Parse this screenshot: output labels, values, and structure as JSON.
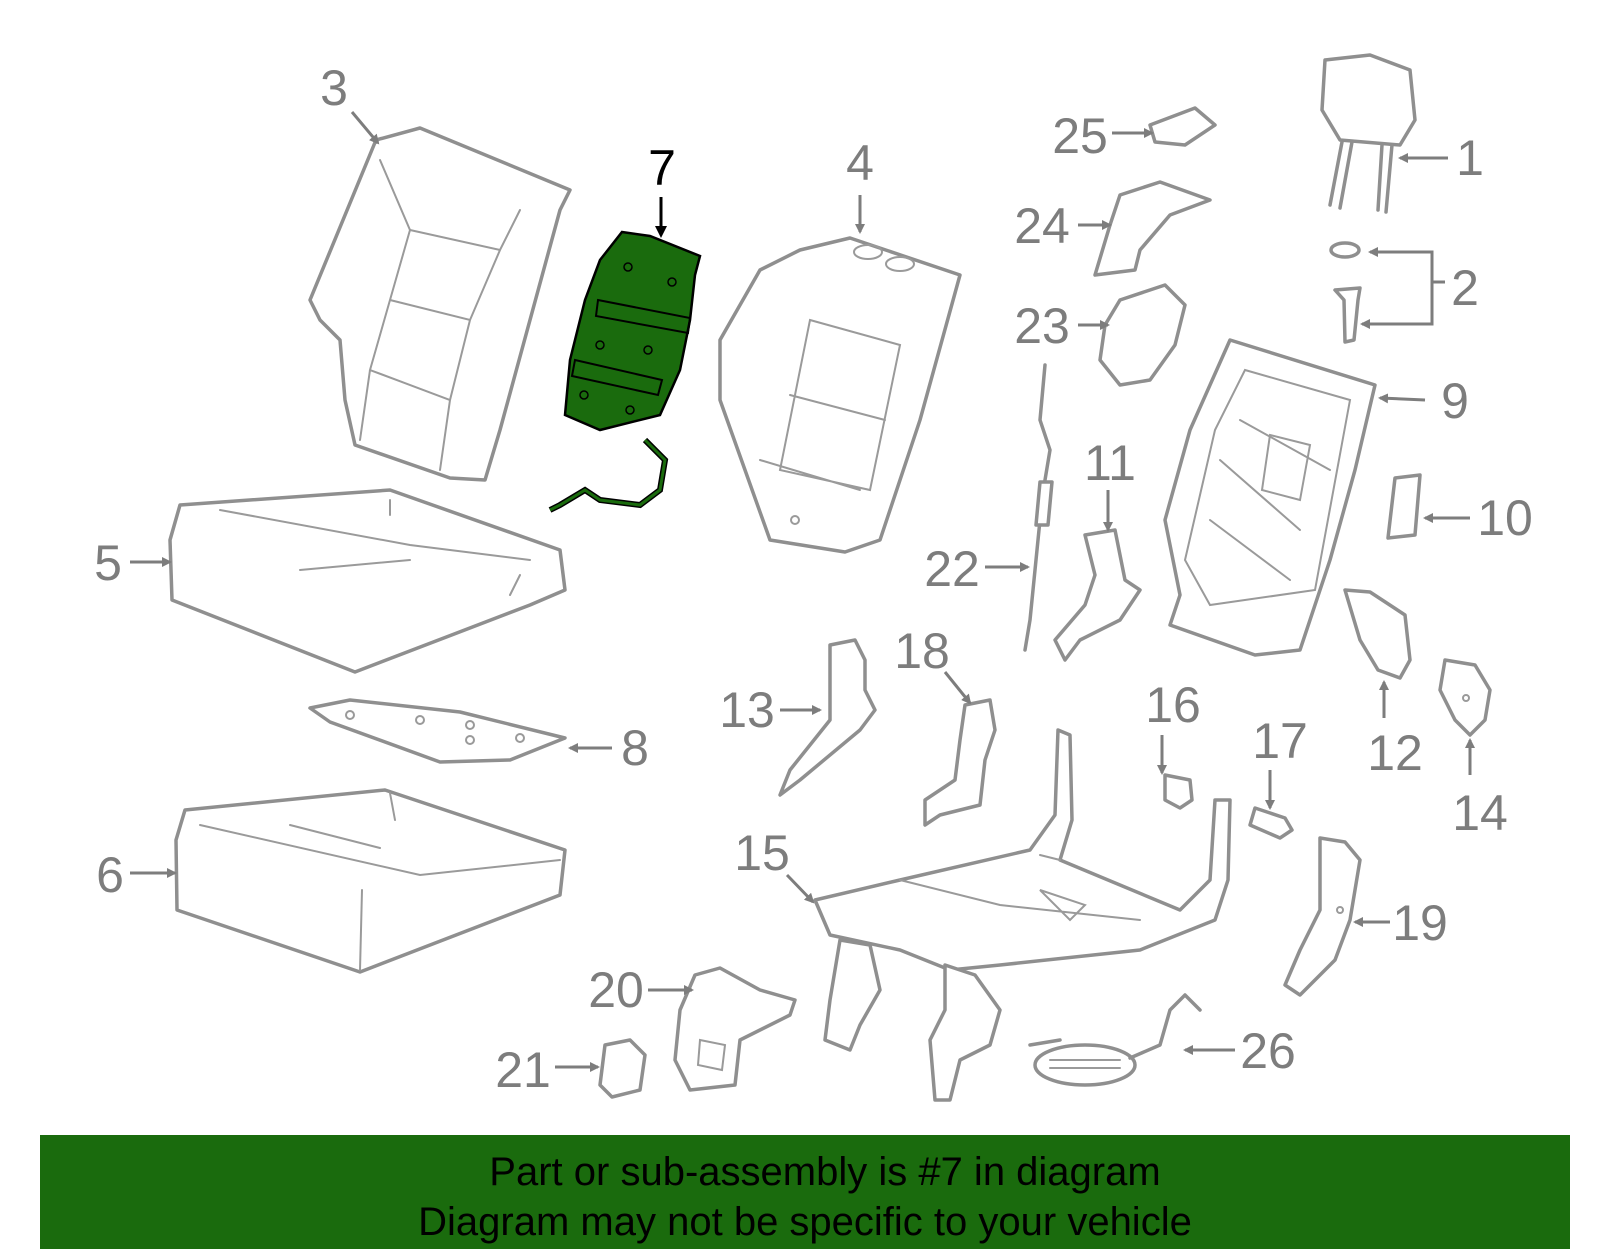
{
  "highlight_color": "#1a6b0d",
  "highlighted_part": "7",
  "callouts": [
    "1",
    "2",
    "3",
    "4",
    "5",
    "6",
    "7",
    "8",
    "9",
    "10",
    "11",
    "12",
    "13",
    "14",
    "15",
    "16",
    "17",
    "18",
    "19",
    "20",
    "21",
    "22",
    "23",
    "24",
    "25",
    "26"
  ],
  "banner": {
    "line1": "Part or sub-assembly is #7 in diagram",
    "line2": "Diagram may not be specific to your vehicle"
  }
}
